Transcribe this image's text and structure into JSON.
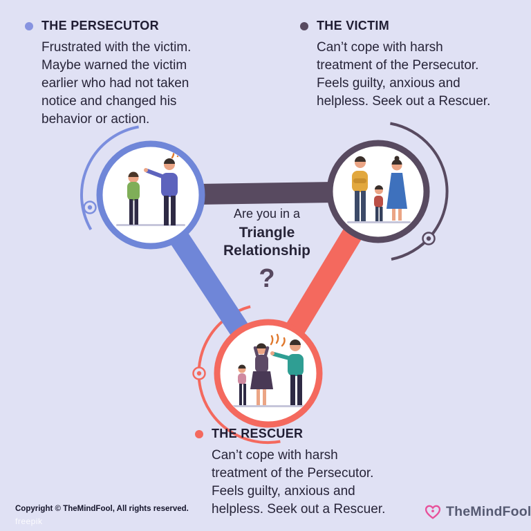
{
  "page": {
    "background": "#e0e1f4"
  },
  "blocks": {
    "persecutor": {
      "title": "THE PERSECUTOR",
      "body": "Frustrated with the victim. Maybe warned the victim earlier who had not taken notice and changed his behavior or action.",
      "color": "#8793e0"
    },
    "victim": {
      "title": "THE VICTIM",
      "body": "Can’t cope with harsh treatment of the Persecutor. Feels guilty, anxious and helpless. Seek out a Rescuer.",
      "color": "#584a60"
    },
    "rescuer": {
      "title": "THE RESCUER",
      "body": "Can’t cope with harsh treatment of the Persecutor. Feels guilty, anxious and helpless. Seek out a Rescuer.",
      "color": "#f4695e"
    }
  },
  "center": {
    "line1": "Are you in a",
    "line2": "Triangle",
    "line3": "Relationship",
    "question": "?"
  },
  "diagram": {
    "persecutor_color": "#6f86d8",
    "victim_color": "#584a60",
    "rescuer_color": "#f4695e"
  },
  "footer": {
    "copyright": "Copyright © TheMindFool, All rights reserved.",
    "watermark": "freepik",
    "brand": "TheMindFool",
    "brand_color": "#e8509a"
  }
}
